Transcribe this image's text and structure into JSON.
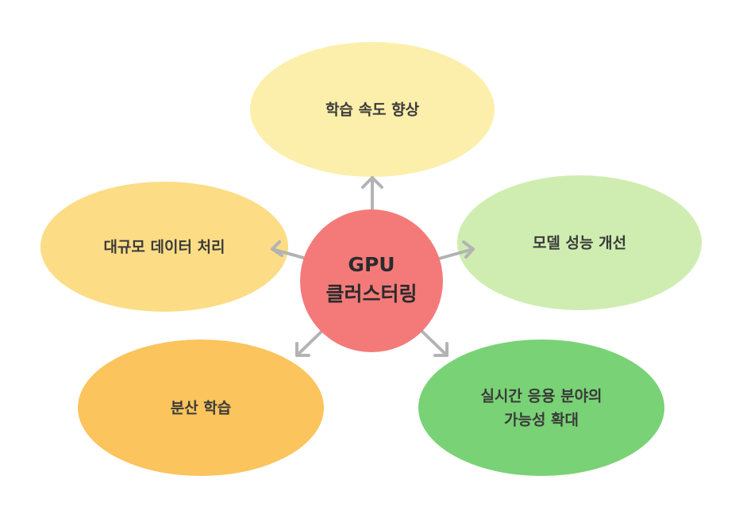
{
  "center": {
    "line1": "GPU",
    "line2": "클러스터링",
    "color": "#f47a7a"
  },
  "nodes": {
    "top": {
      "label": "학습 속도 향상",
      "color": "#fcefab"
    },
    "left": {
      "label": "대규모 데이터 처리",
      "color": "#fcdd85"
    },
    "right": {
      "label": "모델 성능 개선",
      "color": "#cfedb1"
    },
    "bottom_left": {
      "label": "분산 학습",
      "color": "#fbc45c"
    },
    "bottom_right": {
      "line1": "실시간 응용 분야의",
      "line2": "가능성 확대",
      "color": "#79d275"
    }
  },
  "arrow_color": "#b3b3b3"
}
